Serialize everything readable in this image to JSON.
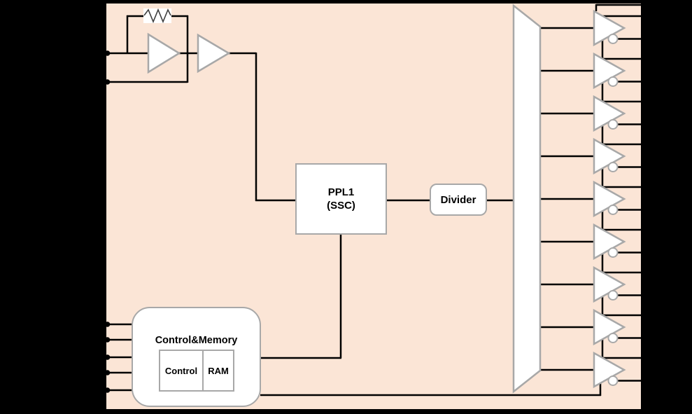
{
  "diagram": {
    "type": "chip-block-diagram",
    "description": "Clock generator IC block diagram"
  },
  "colors": {
    "bg": "#000000",
    "chip_fill": "#fbe5d6",
    "wire": "#000000",
    "block_border": "#a8a8a8",
    "block_fill": "#ffffff",
    "text": "#000000"
  },
  "blocks": {
    "pll": {
      "line1": "PPL1",
      "line2": "(SSC)"
    },
    "divider": {
      "label": "Divider"
    },
    "control_memory": {
      "title": "Control&Memory",
      "control_label": "Control",
      "ram_label": "RAM"
    }
  },
  "oscillator": {
    "feedback_resistor_icon": "resistor-icon",
    "inverter_icon": "buffer-triangle-icon",
    "buffer_icon": "buffer-triangle-icon"
  },
  "fanout": {
    "mux_icon": "fanout-mux-icon"
  },
  "outputs": {
    "buffer_count": 9,
    "buffer_icon": "buffer-triangle-icon",
    "inverting_bubble_icon": "inverting-bubble-icon",
    "pins_per_buffer": 2
  },
  "pins": {
    "left_oscillator_count": 2,
    "left_control_count": 5
  }
}
